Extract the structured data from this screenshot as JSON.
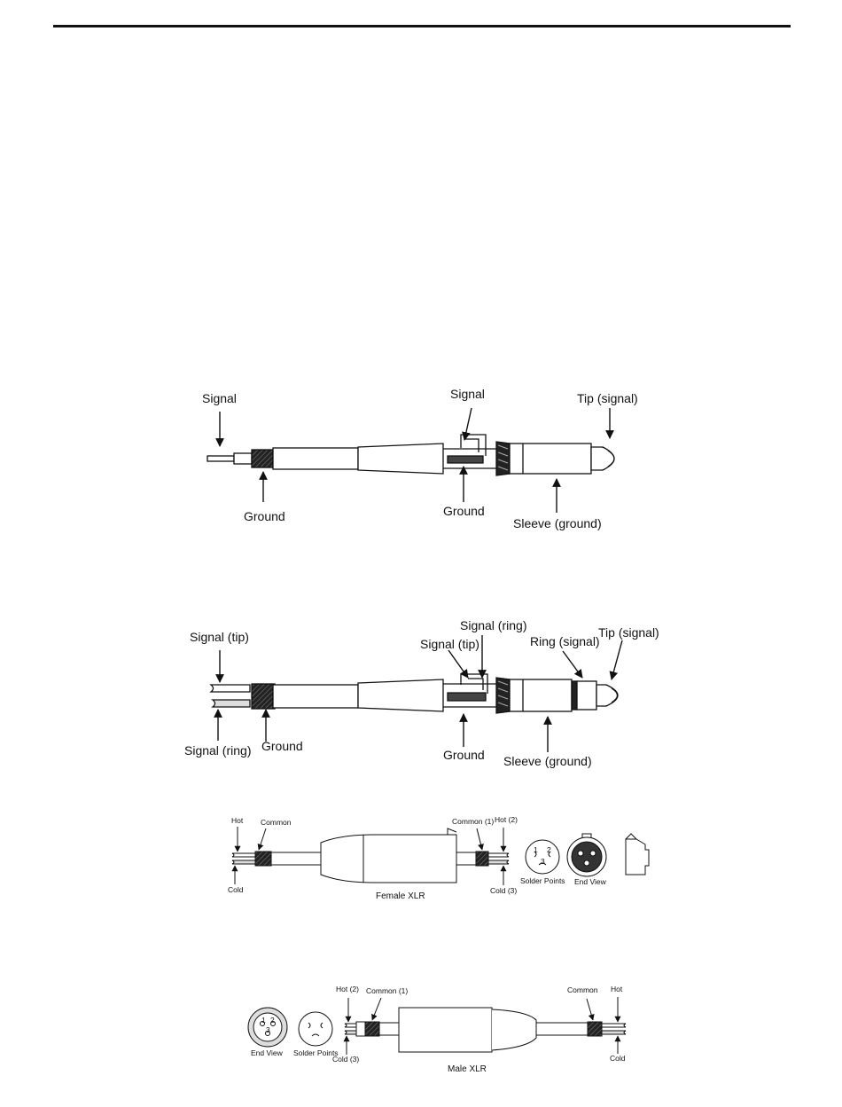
{
  "mono_plug": {
    "signal_left": "Signal",
    "signal_mid": "Signal",
    "tip": "Tip (signal)",
    "ground_left": "Ground",
    "ground_mid": "Ground",
    "sleeve": "Sleeve (ground)"
  },
  "stereo_plug": {
    "signal_tip_left": "Signal (tip)",
    "signal_ring_mid": "Signal (ring)",
    "signal_tip_mid": "Signal (tip)",
    "ring_signal": "Ring (signal)",
    "tip_signal": "Tip (signal)",
    "signal_ring_left": "Signal (ring)",
    "ground_left": "Ground",
    "ground_mid": "Ground",
    "sleeve": "Sleeve (ground)"
  },
  "female_xlr": {
    "hot": "Hot",
    "common": "Common",
    "cold": "Cold",
    "common_1": "Common (1)",
    "hot_2": "Hot (2)",
    "cold_3": "Cold (3)",
    "solder_points": "Solder Points",
    "end_view": "End View",
    "caption": "Female XLR",
    "pins": [
      "1",
      "2",
      "3"
    ]
  },
  "male_xlr": {
    "end_view": "End View",
    "solder_points": "Solder Points",
    "hot_2": "Hot (2)",
    "common_1": "Common (1)",
    "cold_3": "Cold (3)",
    "common": "Common",
    "hot": "Hot",
    "cold": "Cold",
    "caption": "Male XLR",
    "pins": [
      "1",
      "2",
      "3"
    ]
  }
}
